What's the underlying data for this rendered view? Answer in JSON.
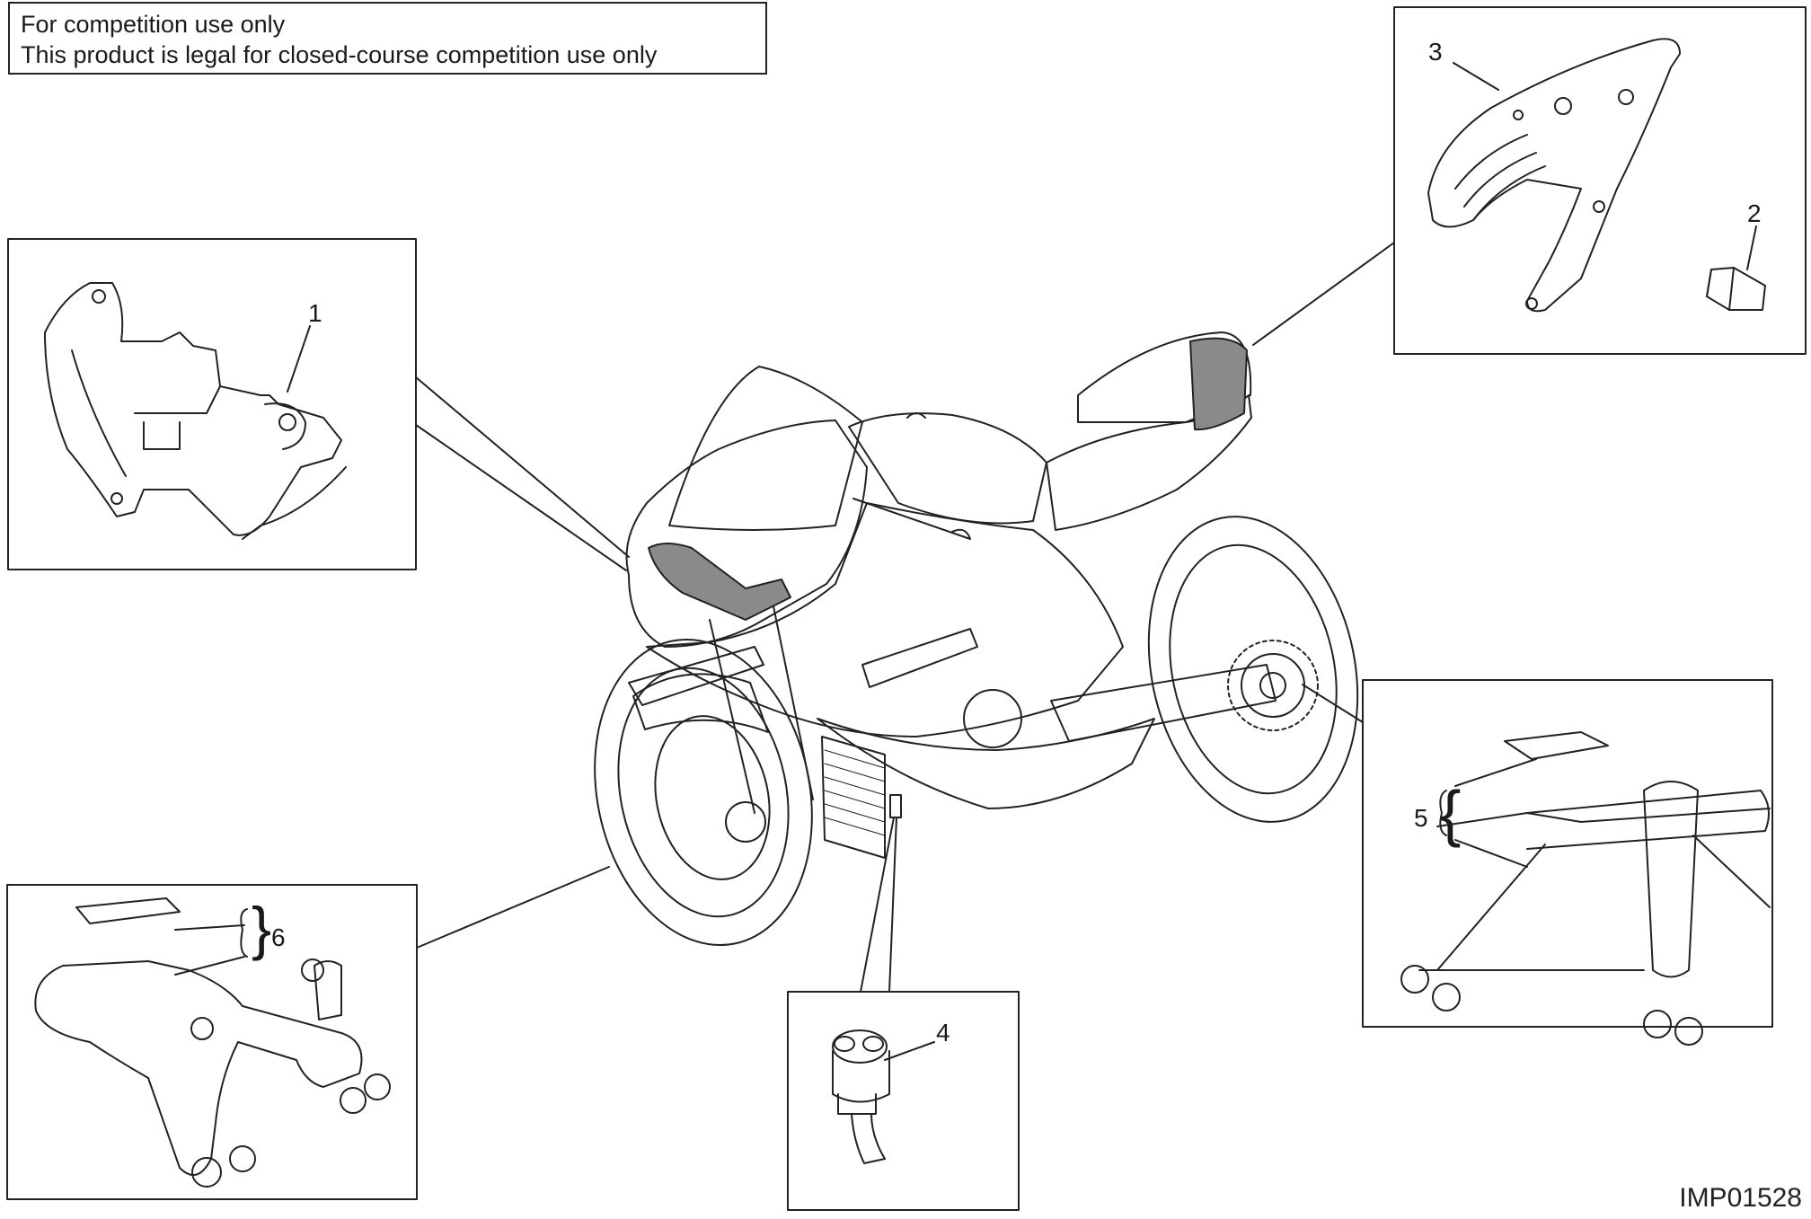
{
  "notice": {
    "line1": "For competition use only",
    "line2": "This product is legal for closed-course competition use only"
  },
  "callouts": {
    "c1": "1",
    "c2": "2",
    "c3": "3",
    "c4": "4",
    "c5": "5",
    "c6": "6"
  },
  "drawing_id": "IMP01528",
  "colors": {
    "line": "#222222",
    "fill": "#ffffff",
    "shade": "#8a8a8a"
  }
}
